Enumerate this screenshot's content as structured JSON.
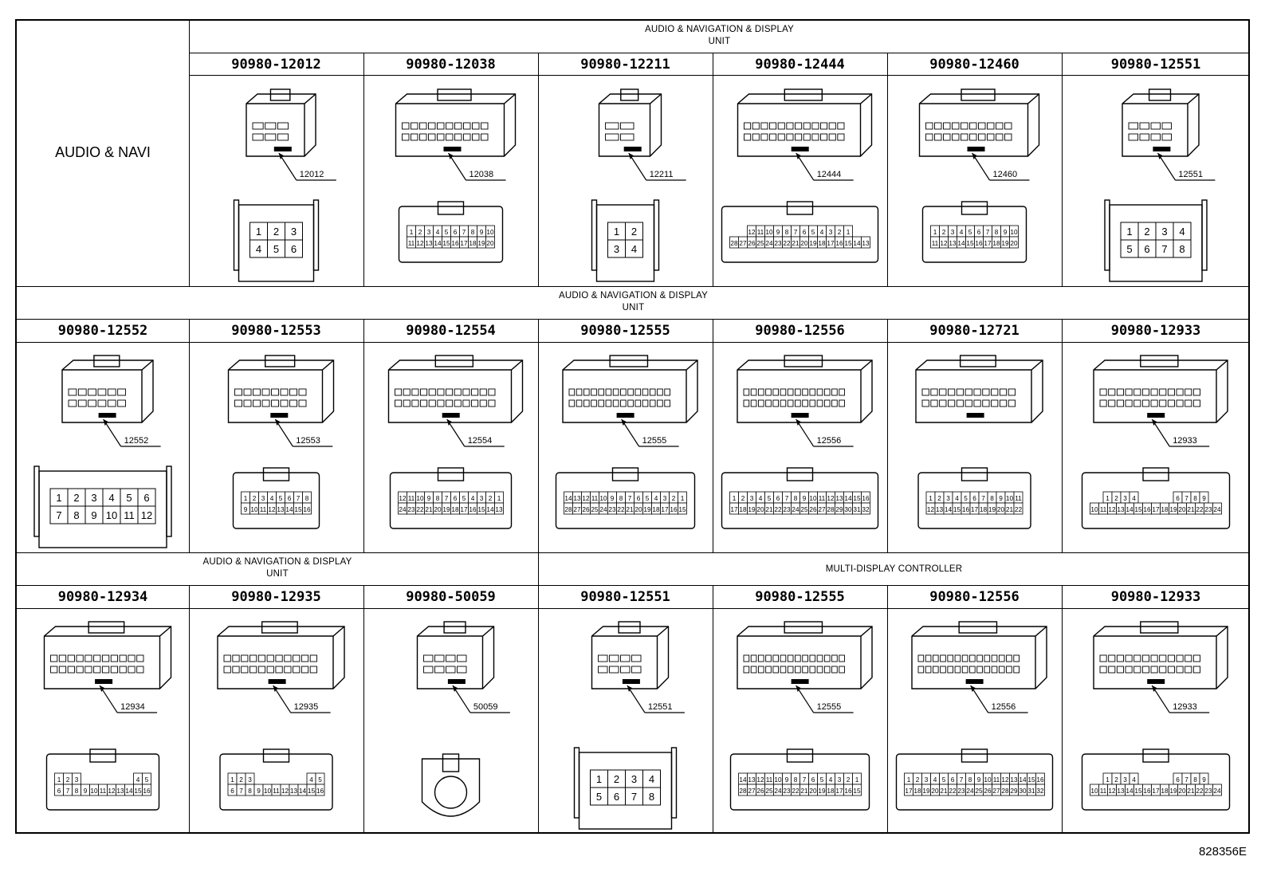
{
  "row_label": "AUDIO & NAVI",
  "sections": [
    {
      "title_line1": "AUDIO & NAVIGATION & DISPLAY",
      "title_line2": "UNIT"
    },
    {
      "title_line1": "AUDIO & NAVIGATION & DISPLAY",
      "title_line2": "UNIT"
    },
    {
      "title_line1": "AUDIO & NAVIGATION & DISPLAY",
      "title_line2": "UNIT"
    },
    {
      "title_line1": "MULTI-DISPLAY CONTROLLER",
      "title_line2": ""
    }
  ],
  "connectors": [
    {
      "part": "90980-12012",
      "callout": "12012",
      "front_type": "grid",
      "top": [
        "1",
        "2",
        "3"
      ],
      "bottom": [
        "4",
        "5",
        "6"
      ]
    },
    {
      "part": "90980-12038",
      "callout": "12038",
      "front_type": "strip",
      "top": [
        "1",
        "2",
        "3",
        "4",
        "5",
        "6",
        "7",
        "8",
        "9",
        "10"
      ],
      "bottom": [
        "11",
        "12",
        "13",
        "14",
        "15",
        "16",
        "17",
        "18",
        "19",
        "20"
      ]
    },
    {
      "part": "90980-12211",
      "callout": "12211",
      "front_type": "grid",
      "top": [
        "1",
        "2"
      ],
      "bottom": [
        "3",
        "4"
      ]
    },
    {
      "part": "90980-12444",
      "callout": "12444",
      "front_type": "strip",
      "top": [
        "12",
        "11",
        "10",
        "9",
        "8",
        "7",
        "6",
        "5",
        "4",
        "3",
        "2",
        "1"
      ],
      "bottom": [
        "28",
        "27",
        "26",
        "25",
        "24",
        "23",
        "22",
        "21",
        "20",
        "19",
        "18",
        "17",
        "16",
        "15",
        "14",
        "13"
      ]
    },
    {
      "part": "90980-12460",
      "callout": "12460",
      "front_type": "strip",
      "top": [
        "1",
        "2",
        "3",
        "4",
        "5",
        "6",
        "7",
        "8",
        "9",
        "10"
      ],
      "bottom": [
        "11",
        "12",
        "13",
        "14",
        "15",
        "16",
        "17",
        "18",
        "19",
        "20"
      ]
    },
    {
      "part": "90980-12551",
      "callout": "12551",
      "front_type": "grid",
      "top": [
        "1",
        "2",
        "3",
        "4"
      ],
      "bottom": [
        "5",
        "6",
        "7",
        "8"
      ]
    },
    {
      "part": "90980-12552",
      "callout": "12552",
      "front_type": "grid",
      "top": [
        "1",
        "2",
        "3",
        "4",
        "5",
        "6"
      ],
      "bottom": [
        "7",
        "8",
        "9",
        "10",
        "11",
        "12"
      ]
    },
    {
      "part": "90980-12553",
      "callout": "12553",
      "front_type": "strip",
      "top": [
        "1",
        "2",
        "3",
        "4",
        "5",
        "6",
        "7",
        "8"
      ],
      "bottom": [
        "9",
        "10",
        "11",
        "12",
        "13",
        "14",
        "15",
        "16"
      ]
    },
    {
      "part": "90980-12554",
      "callout": "12554",
      "front_type": "strip",
      "top": [
        "12",
        "11",
        "10",
        "9",
        "8",
        "7",
        "6",
        "5",
        "4",
        "3",
        "2",
        "1"
      ],
      "bottom": [
        "24",
        "23",
        "22",
        "21",
        "20",
        "19",
        "18",
        "17",
        "16",
        "15",
        "14",
        "13"
      ]
    },
    {
      "part": "90980-12555",
      "callout": "12555",
      "front_type": "strip",
      "top": [
        "14",
        "13",
        "12",
        "11",
        "10",
        "9",
        "8",
        "7",
        "6",
        "5",
        "4",
        "3",
        "2",
        "1"
      ],
      "bottom": [
        "28",
        "27",
        "26",
        "25",
        "24",
        "23",
        "22",
        "21",
        "20",
        "19",
        "18",
        "17",
        "16",
        "15"
      ]
    },
    {
      "part": "90980-12556",
      "callout": "12556",
      "front_type": "strip",
      "top": [
        "1",
        "2",
        "3",
        "4",
        "5",
        "6",
        "7",
        "8",
        "9",
        "10",
        "11",
        "12",
        "13",
        "14",
        "15",
        "16"
      ],
      "bottom": [
        "17",
        "18",
        "19",
        "20",
        "21",
        "22",
        "23",
        "24",
        "25",
        "26",
        "27",
        "28",
        "29",
        "30",
        "31",
        "32"
      ]
    },
    {
      "part": "90980-12721",
      "callout": "",
      "front_type": "strip",
      "top": [
        "1",
        "2",
        "3",
        "4",
        "5",
        "6",
        "7",
        "8",
        "9",
        "10",
        "11"
      ],
      "bottom": [
        "12",
        "13",
        "14",
        "15",
        "16",
        "17",
        "18",
        "19",
        "20",
        "21",
        "22"
      ]
    },
    {
      "part": "90980-12933",
      "callout": "12933",
      "front_type": "strip",
      "top": [
        "1",
        "2",
        "3",
        "4",
        "",
        "",
        "",
        "",
        "6",
        "7",
        "8",
        "9"
      ],
      "bottom": [
        "10",
        "11",
        "12",
        "13",
        "14",
        "15",
        "16",
        "17",
        "18",
        "19",
        "20",
        "21",
        "22",
        "23",
        "24"
      ]
    },
    {
      "part": "90980-12934",
      "callout": "12934",
      "front_type": "strip",
      "top": [
        "1",
        "2",
        "3",
        "",
        "",
        "",
        "",
        "",
        "",
        "4",
        "5"
      ],
      "bottom": [
        "6",
        "7",
        "8",
        "9",
        "10",
        "11",
        "12",
        "13",
        "14",
        "15",
        "16"
      ]
    },
    {
      "part": "90980-12935",
      "callout": "12935",
      "front_type": "strip",
      "top": [
        "1",
        "2",
        "3",
        "",
        "",
        "",
        "",
        "",
        "",
        "4",
        "5"
      ],
      "bottom": [
        "6",
        "7",
        "8",
        "9",
        "10",
        "11",
        "12",
        "13",
        "14",
        "15",
        "16"
      ]
    },
    {
      "part": "90980-50059",
      "callout": "50059",
      "front_type": "round",
      "top": [],
      "bottom": []
    },
    {
      "part": "90980-12551",
      "callout": "12551",
      "front_type": "grid",
      "top": [
        "1",
        "2",
        "3",
        "4"
      ],
      "bottom": [
        "5",
        "6",
        "7",
        "8"
      ]
    },
    {
      "part": "90980-12555",
      "callout": "12555",
      "front_type": "strip",
      "top": [
        "14",
        "13",
        "12",
        "11",
        "10",
        "9",
        "8",
        "7",
        "6",
        "5",
        "4",
        "3",
        "2",
        "1"
      ],
      "bottom": [
        "28",
        "27",
        "26",
        "25",
        "24",
        "23",
        "22",
        "21",
        "20",
        "19",
        "18",
        "17",
        "16",
        "15"
      ]
    },
    {
      "part": "90980-12556",
      "callout": "12556",
      "front_type": "strip",
      "top": [
        "1",
        "2",
        "3",
        "4",
        "5",
        "6",
        "7",
        "8",
        "9",
        "10",
        "11",
        "12",
        "13",
        "14",
        "15",
        "16"
      ],
      "bottom": [
        "17",
        "18",
        "19",
        "20",
        "21",
        "22",
        "23",
        "24",
        "25",
        "26",
        "27",
        "28",
        "29",
        "30",
        "31",
        "32"
      ]
    },
    {
      "part": "90980-12933",
      "callout": "12933",
      "front_type": "strip",
      "top": [
        "1",
        "2",
        "3",
        "4",
        "",
        "",
        "",
        "",
        "6",
        "7",
        "8",
        "9"
      ],
      "bottom": [
        "10",
        "11",
        "12",
        "13",
        "14",
        "15",
        "16",
        "17",
        "18",
        "19",
        "20",
        "21",
        "22",
        "23",
        "24"
      ]
    }
  ],
  "reference": "828356E"
}
